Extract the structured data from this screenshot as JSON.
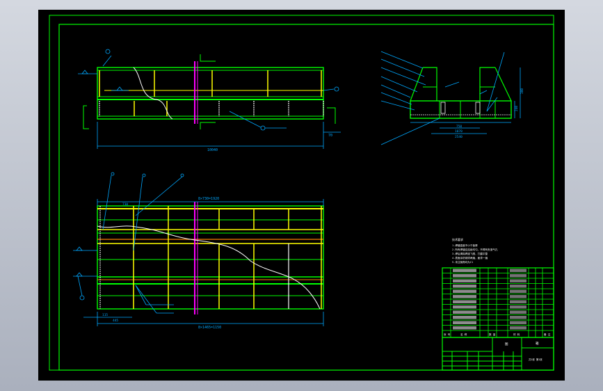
{
  "viewport": {
    "background": "#000000",
    "sheet_border": "#00ff00"
  },
  "colors": {
    "outline": "#00ff00",
    "member_yellow": "#ffff00",
    "member_white": "#ffffff",
    "centerline": "#ff00ff",
    "stiffener_orange": "#ff8000",
    "dimension": "#00a8ff",
    "annotation_white": "#ffffff"
  },
  "dimensions": {
    "elevation_length": "10040",
    "plan_top_length": "8×730=1920",
    "plan_bottom_length": "8×1465=1150",
    "plan_left_offset": "730",
    "plan_bottom_small_a": "115",
    "plan_bottom_small_b": "445",
    "section_inner_width": "750",
    "section_mid_width": "1070",
    "section_outer_width": "2540",
    "section_height": "380",
    "section_right_height": "240",
    "elevation_right_small": "70"
  },
  "notes": {
    "heading": "技术要求",
    "lines": [
      "1.焊缝高度不小于板厚",
      "2.所有焊缝应连续均匀，不得有夹渣气孔",
      "3.焊后清除焊渣飞溅，打磨平整",
      "4.表面涂防锈漆两遍，面漆一遍",
      "5.未注倒角均为C1"
    ]
  },
  "title_block": {
    "drawing_title": "箱",
    "drawing_number": "图",
    "sheet_label": "共1张 第1张",
    "material_header": "材 料",
    "name_header": "名 称",
    "qty_header": "数 量",
    "seq_header": "序 号",
    "remark_header": "备 注",
    "parts_count": 12
  }
}
